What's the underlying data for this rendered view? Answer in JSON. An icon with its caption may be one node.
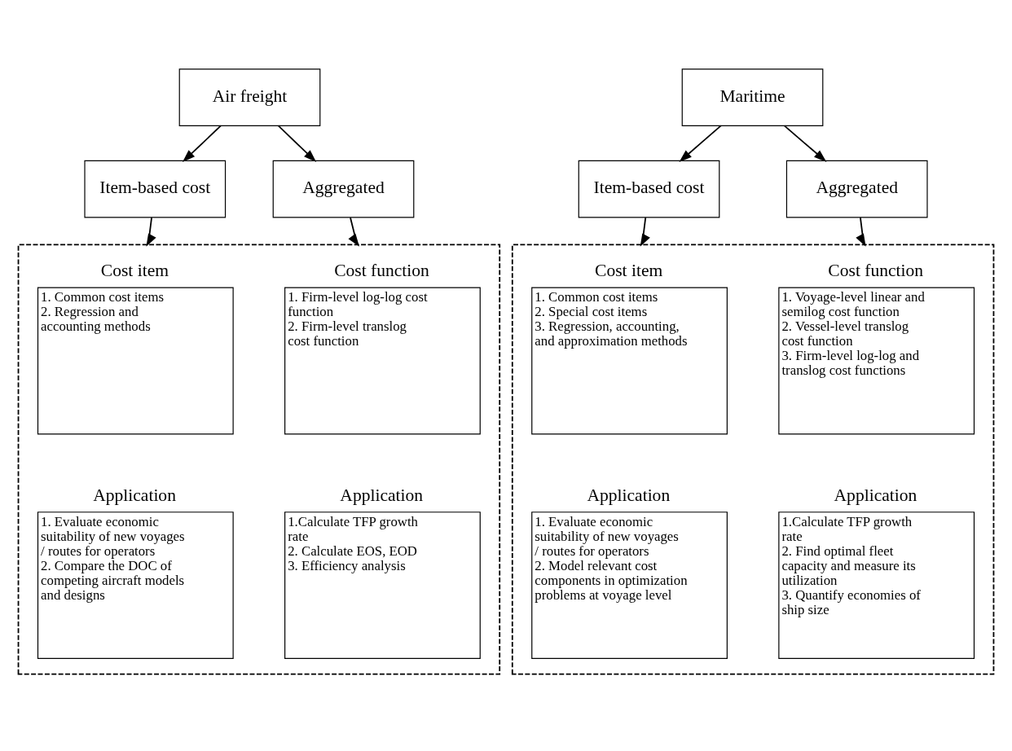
{
  "diagram": {
    "nodes": [
      {
        "text": [
          "Air freight"
        ]
      },
      {
        "text": [
          "Item-based cost"
        ]
      },
      {
        "text": [
          "Aggregated"
        ]
      },
      {
        "text": [],
        "shape": "box"
      },
      {
        "text": [
          "Cost item",
          "1. Common cost items",
          "2. Regression and accounting methods"
        ],
        "in": 3
      },
      {
        "text": [
          "Cost function",
          "1. Firm-level log-log cost function",
          "2. Firm-level translog cost function"
        ],
        "in": 3
      },
      {
        "text": [
          "Application",
          "1. Evaluate economic suitability of new voyages / routes for operators",
          "2. Compare the DOC of competing aircraft models and designs"
        ],
        "in": 3
      },
      {
        "text": [
          "Application",
          "1.Calculate TFP growth rate",
          "2. Calculate EOS, EOD",
          "3. Efficiency analysis"
        ],
        "in": 3
      },
      {
        "text": [
          "Maritime"
        ]
      },
      {
        "text": [
          "Item-based cost"
        ]
      },
      {
        "text": [
          "Aggregated"
        ]
      },
      {
        "text": [],
        "shape": "box"
      },
      {
        "text": [
          "Cost item",
          "1. Common cost items",
          "2. Special cost items",
          "3. Regression, accounting, and approximation methods"
        ],
        "in": 11
      },
      {
        "text": [
          "Cost function",
          "1. Voyage-level linear and semilog cost function",
          "2. Vessel-level translog cost function",
          "3. Firm-level log-log and translog cost functions"
        ],
        "in": 11
      },
      {
        "text": [
          "Application",
          "1. Evaluate economic suitability of new voyages / routes for operators",
          "2. Model relevant cost components in optimization problems at voyage level"
        ],
        "in": 11
      },
      {
        "text": [
          "Application",
          "1.Calculate TFP growth rate",
          "2. Find optimal fleet capacity and measure its utilization",
          "3. Quantify economies of ship size"
        ],
        "in": 11
      }
    ],
    "edges": [
      {
        "from": 0,
        "to": 1,
        "arrow": "to"
      },
      {
        "from": 0,
        "to": 2,
        "arrow": "to"
      },
      {
        "from": 1,
        "to": 3,
        "arrow": "to"
      },
      {
        "from": 2,
        "to": 3,
        "arrow": "to"
      },
      {
        "from": 8,
        "to": 9,
        "arrow": "to"
      },
      {
        "from": 8,
        "to": 10,
        "arrow": "to"
      },
      {
        "from": 9,
        "to": 11,
        "arrow": "to"
      },
      {
        "from": 10,
        "to": 11,
        "arrow": "to"
      }
    ]
  }
}
